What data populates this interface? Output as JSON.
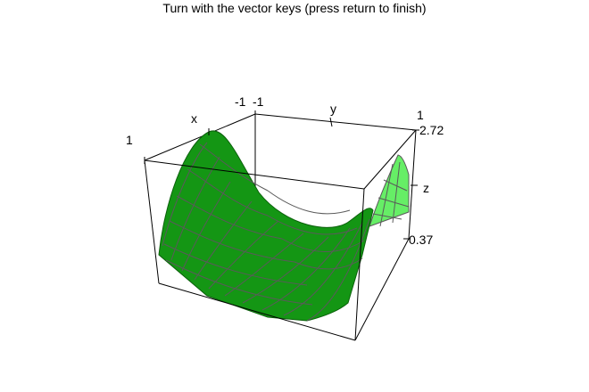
{
  "window": {
    "title": "Turn with the vector keys (press return to finish)"
  },
  "plot": {
    "type": "3d-surface-wireframe",
    "surface_color": "#149614",
    "back_surface_color": "#66ee66",
    "mesh_color": "#5a5a5a",
    "axis_labels": {
      "x": "x",
      "y": "y",
      "z": "z"
    },
    "tick_labels": {
      "x_max": "1",
      "x_min": "-1",
      "y_min": "-1",
      "y_max": "1",
      "z_max": "2.72",
      "z_min": "0.37"
    }
  }
}
